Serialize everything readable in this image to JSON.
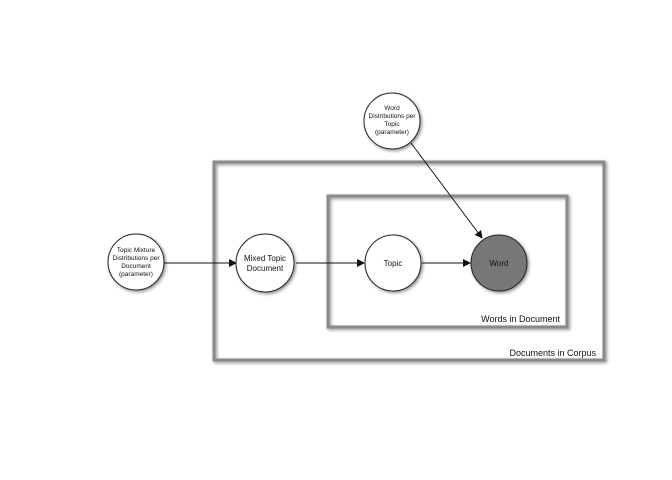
{
  "plates": {
    "corpus": {
      "label": "Documents in Corpus"
    },
    "document": {
      "label": "Words in Document"
    }
  },
  "nodes": {
    "word_dist": {
      "lines": [
        "Word",
        "Distributions per",
        "Topic",
        "(parameter)"
      ]
    },
    "topic_mix": {
      "lines": [
        "Topic Mixture",
        "Distributions per",
        "Document",
        "(parameter)"
      ]
    },
    "mixed_doc": {
      "lines": [
        "Mixed Topic",
        "Document"
      ]
    },
    "topic": {
      "lines": [
        "Topic"
      ]
    },
    "word": {
      "lines": [
        "Word"
      ],
      "observed_fill": "#777777"
    }
  }
}
